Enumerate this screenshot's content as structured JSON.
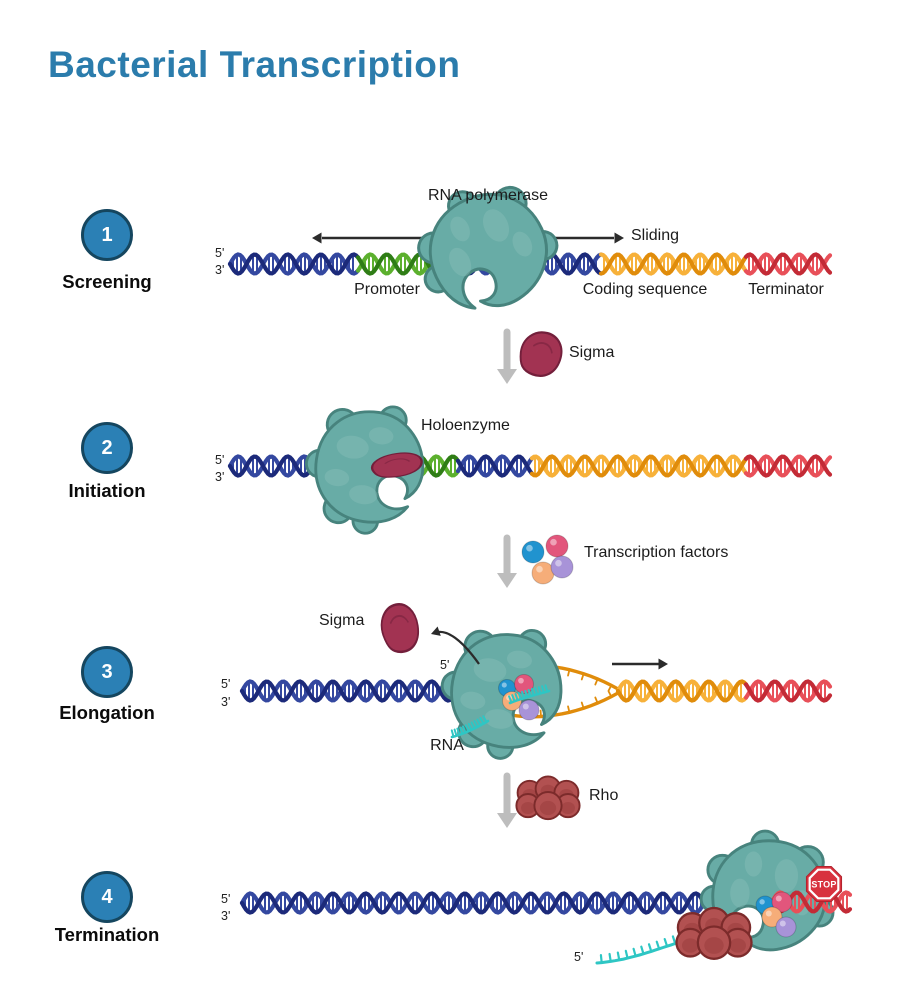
{
  "title": "Bacterial Transcription",
  "strand_labels": {
    "five": "5'",
    "three": "3'"
  },
  "steps": [
    {
      "number": "1",
      "label": "Screening"
    },
    {
      "number": "2",
      "label": "Initiation"
    },
    {
      "number": "3",
      "label": "Elongation"
    },
    {
      "number": "4",
      "label": "Termination"
    }
  ],
  "labels": {
    "rna_polymerase": "RNA polymerase",
    "sliding": "Sliding",
    "promoter": "Promoter",
    "coding_sequence": "Coding sequence",
    "terminator": "Terminator",
    "sigma": "Sigma",
    "holoenzyme": "Holoenzyme",
    "transcription_factors": "Transcription factors",
    "rna": "RNA",
    "rho": "Rho",
    "stop": "STOP"
  },
  "colors": {
    "title": "#2b7cac",
    "text": "#1c1c1c",
    "step_circle_fill": "#2b80b5",
    "step_circle_border": "#15465f",
    "dna_navy_dark": "#1c2a7a",
    "dna_navy_light": "#3448a0",
    "dna_green_dark": "#2f7d16",
    "dna_green_light": "#5cb02e",
    "dna_orange_dark": "#e08c0b",
    "dna_orange_light": "#f7b13a",
    "dna_red_dark": "#c32b36",
    "dna_red_light": "#e85059",
    "polymerase_fill": "#68aca6",
    "polymerase_stroke": "#47837d",
    "sigma_fill": "#a23352",
    "sigma_stroke": "#731f3b",
    "rho_fill": "#b25151",
    "rho_stroke": "#7c2b2b",
    "tf_blue": "#2093cf",
    "tf_pink": "#e2567c",
    "tf_orange": "#f6ad79",
    "tf_purple": "#a893d8",
    "rna_teal": "#2ec6c4",
    "arrow_gray": "#bdbdbd",
    "arrow_black": "#2b2b2b",
    "stop_fill": "#d8323e"
  }
}
